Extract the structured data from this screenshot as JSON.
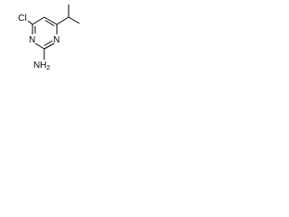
{
  "molecule": {
    "atoms": {
      "chlorine": "Cl",
      "ring_nitrogen_top": "N",
      "ring_nitrogen_bottom": "N",
      "amine": "NH",
      "amine_subscript": "2"
    }
  },
  "colors": {
    "bond": "#000000",
    "label": "#000000",
    "background": "#ffffff"
  }
}
